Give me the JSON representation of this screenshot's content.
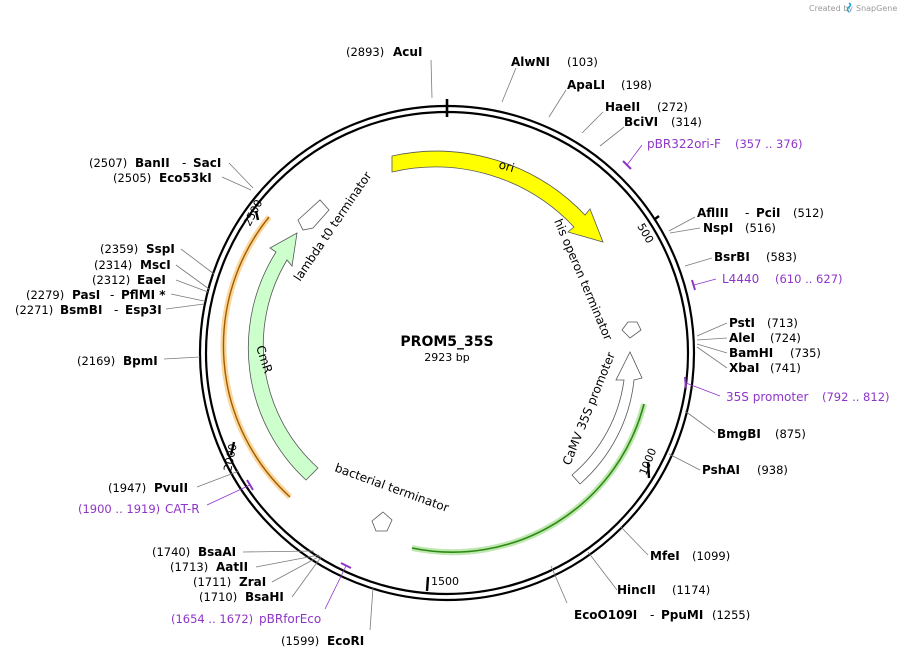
{
  "plasmid": {
    "name": "PROM5_35S",
    "length_label": "2923 bp"
  },
  "credit": {
    "text": "Created by",
    "brand": "SnapGene"
  },
  "backbone_ticks": [
    "500",
    "1000",
    "1500",
    "2000",
    "2500"
  ],
  "restriction_sites": [
    {
      "name": "AcuI",
      "pos": "(2893)"
    },
    {
      "name": "AlwNI",
      "pos": "(103)"
    },
    {
      "name": "ApaLI",
      "pos": "(198)"
    },
    {
      "name": "HaeII",
      "pos": "(272)"
    },
    {
      "name": "BciVI",
      "pos": "(314)"
    },
    {
      "name": "AflIII",
      "name2": "PciI",
      "pos": "(512)"
    },
    {
      "name": "NspI",
      "pos": "(516)"
    },
    {
      "name": "BsrBI",
      "pos": "(583)"
    },
    {
      "name": "PstI",
      "pos": "(713)"
    },
    {
      "name": "AleI",
      "pos": "(724)"
    },
    {
      "name": "BamHI",
      "pos": "(735)"
    },
    {
      "name": "XbaI",
      "pos": "(741)"
    },
    {
      "name": "BmgBI",
      "pos": "(875)"
    },
    {
      "name": "PshAI",
      "pos": "(938)"
    },
    {
      "name": "MfeI",
      "pos": "(1099)"
    },
    {
      "name": "HincII",
      "pos": "(1174)"
    },
    {
      "name": "EcoO109I",
      "name2": "PpuMI",
      "pos": "(1255)"
    },
    {
      "name": "EcoRI",
      "pos": "(1599)"
    },
    {
      "name": "BsaHI",
      "pos": "(1710)"
    },
    {
      "name": "ZraI",
      "pos": "(1711)"
    },
    {
      "name": "AatII",
      "pos": "(1713)"
    },
    {
      "name": "BsaAI",
      "pos": "(1740)"
    },
    {
      "name": "PvuII",
      "pos": "(1947)"
    },
    {
      "name": "BpmI",
      "pos": "(2169)"
    },
    {
      "name": "BsmBI",
      "name2": "Esp3I",
      "pos": "(2271)"
    },
    {
      "name": "PasI",
      "name2": "PflMI *",
      "pos": "(2279)"
    },
    {
      "name": "EaeI",
      "pos": "(2312)"
    },
    {
      "name": "MscI",
      "pos": "(2314)"
    },
    {
      "name": "SspI",
      "pos": "(2359)"
    },
    {
      "name": "Eco53kI",
      "pos": "(2505)"
    },
    {
      "name": "BanII",
      "name2": "SacI",
      "pos": "(2507)"
    }
  ],
  "primers": [
    {
      "name": "pBR322ori-F",
      "range": "(357 .. 376)"
    },
    {
      "name": "L4440",
      "range": "(610 .. 627)"
    },
    {
      "name": "35S promoter",
      "range": "(792 .. 812)"
    },
    {
      "name": "pBRforEco",
      "range": "(1654 .. 1672)"
    },
    {
      "name": "CAT-R",
      "range": "(1900 .. 1919)"
    }
  ],
  "features": [
    {
      "name": "ori",
      "color": "#ffff00"
    },
    {
      "name": "his operon terminator",
      "color": "#ffffff"
    },
    {
      "name": "CaMV 35S promoter",
      "color": "#ffffff"
    },
    {
      "name": "bacterial terminator",
      "color": "#ffffff"
    },
    {
      "name": "CmR",
      "color": "#ccffcc"
    },
    {
      "name": "lambda t0 terminator",
      "color": "#ffffff"
    }
  ],
  "colors": {
    "backbone": "#000000",
    "primer": "#8e35c8",
    "ori": "#ffff00",
    "cmr": "#ccffcc",
    "cat_primer_highlight": "#f5b54a",
    "promoter_primer_highlight": "#4caf2a"
  }
}
